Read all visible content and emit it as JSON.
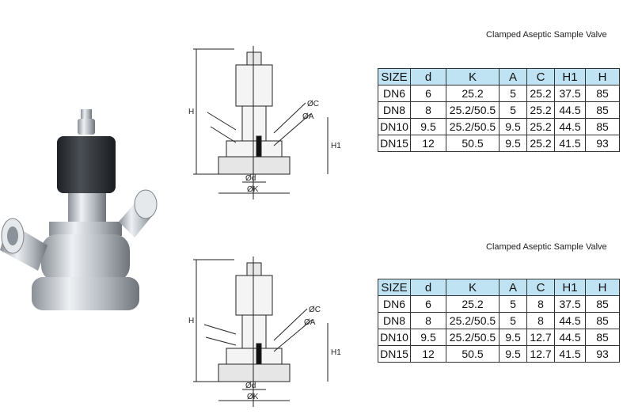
{
  "tables": [
    {
      "caption": "Clamped Aseptic Sample Valve",
      "headers": [
        "SIZE",
        "d",
        "K",
        "A",
        "C",
        "H1",
        "H"
      ],
      "rows": [
        [
          "DN6",
          "6",
          "25.2",
          "5",
          "25.2",
          "37.5",
          "85"
        ],
        [
          "DN8",
          "8",
          "25.2/50.5",
          "5",
          "25.2",
          "44.5",
          "85"
        ],
        [
          "DN10",
          "9.5",
          "25.2/50.5",
          "9.5",
          "25.2",
          "44.5",
          "85"
        ],
        [
          "DN15",
          "12",
          "50.5",
          "9.5",
          "25.2",
          "41.5",
          "93"
        ]
      ]
    },
    {
      "caption": "Clamped Aseptic Sample Valve",
      "headers": [
        "SIZE",
        "d",
        "K",
        "A",
        "C",
        "H1",
        "H"
      ],
      "rows": [
        [
          "DN6",
          "6",
          "25.2",
          "5",
          "8",
          "37.5",
          "85"
        ],
        [
          "DN8",
          "8",
          "25.2/50.5",
          "5",
          "8",
          "44.5",
          "85"
        ],
        [
          "DN10",
          "9.5",
          "25.2/50.5",
          "9.5",
          "12.7",
          "44.5",
          "85"
        ],
        [
          "DN15",
          "12",
          "50.5",
          "9.5",
          "12.7",
          "41.5",
          "93"
        ]
      ]
    }
  ],
  "drawing_labels": {
    "height": "H",
    "height1": "H1",
    "diam_d": "Ød",
    "diam_k": "ØK",
    "diam_a": "ØA",
    "diam_c": "ØC"
  },
  "colors": {
    "table_header_bg": "#bfe3f3",
    "steel": "#c9ced3",
    "knob": "#2b2f33"
  }
}
